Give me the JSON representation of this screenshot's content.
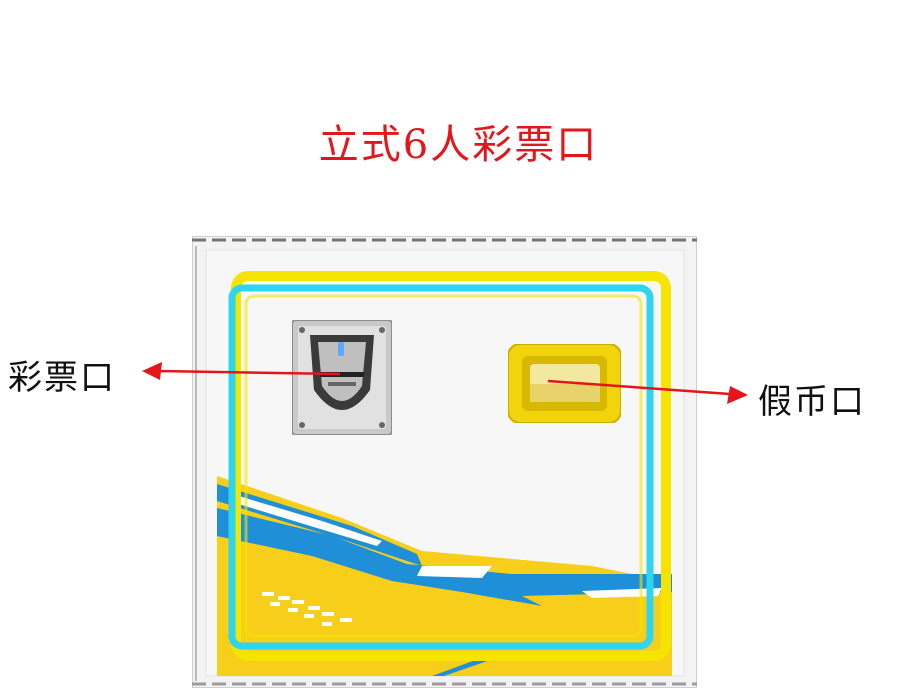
{
  "title": "立式6人彩票口",
  "labels": {
    "ticket_port": "彩票口",
    "fake_coin_port": "假币口"
  },
  "colors": {
    "title": "#e3161b",
    "arrow": "#e3161b",
    "frame_yellow": "#f5e400",
    "frame_cyan": "#2fd4ee",
    "stripe_blue": "#1f8fd8",
    "stripe_yellow": "#f7cf1a"
  },
  "icons": {
    "ticket_slot": "ticket-dispenser-icon",
    "coin_slot": "coin-return-slot-icon"
  }
}
